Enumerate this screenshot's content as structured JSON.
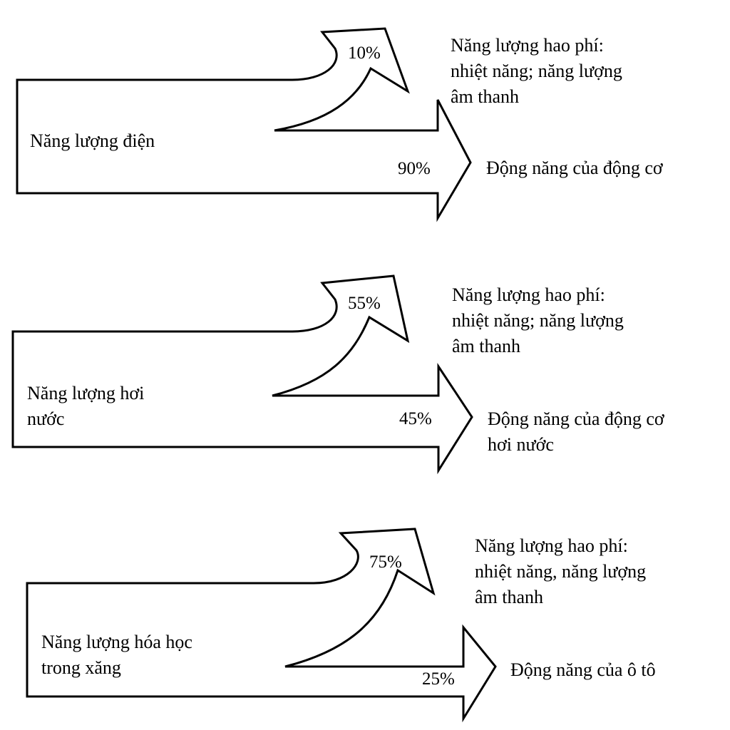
{
  "diagrams": [
    {
      "source": [
        "Năng lượng điện"
      ],
      "waste_percent": "10%",
      "waste_text": [
        "Năng lượng hao phí:",
        "nhiệt năng; năng lượng",
        "âm thanh"
      ],
      "useful_percent": "90%",
      "useful_text": [
        "Động năng của động cơ"
      ]
    },
    {
      "source": [
        "Năng lượng hơi",
        "nước"
      ],
      "waste_percent": "55%",
      "waste_text": [
        "Năng lượng hao phí:",
        "nhiệt năng; năng lượng",
        "âm thanh"
      ],
      "useful_percent": "45%",
      "useful_text": [
        "Động năng của động cơ",
        "hơi nước"
      ]
    },
    {
      "source": [
        "Năng lượng hóa học",
        "trong xăng"
      ],
      "waste_percent": "75%",
      "waste_text": [
        "Năng lượng hao phí:",
        "nhiệt năng, năng lượng",
        "âm thanh"
      ],
      "useful_percent": "25%",
      "useful_text": [
        "Động năng của ô tô"
      ]
    }
  ],
  "colors": {
    "stroke": "#000000",
    "fill": "#ffffff",
    "text": "#000000"
  }
}
